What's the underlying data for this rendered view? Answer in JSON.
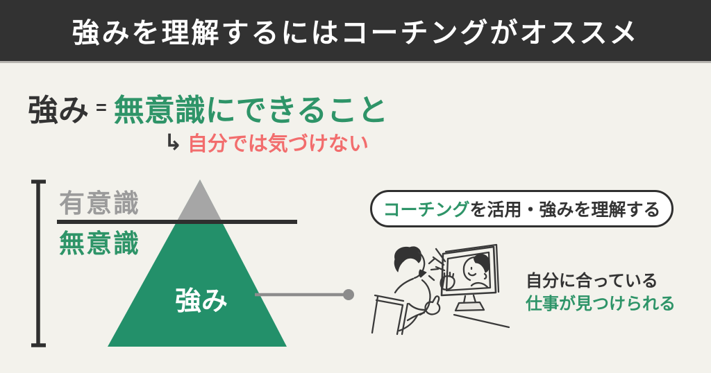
{
  "colors": {
    "banner_bg": "#323232",
    "banner_text": "#ffffff",
    "background": "#f3f2ec",
    "green_text": "#2e9468",
    "green_fill": "#23906a",
    "red": "#f26d6d",
    "gray_label": "#9b9b9b",
    "gray_fill": "#a6a6a6",
    "dark": "#333333",
    "connector": "#8c8c8c"
  },
  "banner": {
    "title": "強みを理解するにはコーチングがオススメ"
  },
  "headline": {
    "term": "強み",
    "equals": "=",
    "definition": "無意識にできること",
    "arrow": "↳",
    "note": "自分では気づけない"
  },
  "pyramid": {
    "conscious": "有意識",
    "unconscious": "無意識",
    "core": "強み"
  },
  "callout": {
    "highlight": "コーチング",
    "rest": "を活用・強みを理解する"
  },
  "result": {
    "line1": "自分に合っている",
    "line2": "仕事が見つけられる"
  }
}
